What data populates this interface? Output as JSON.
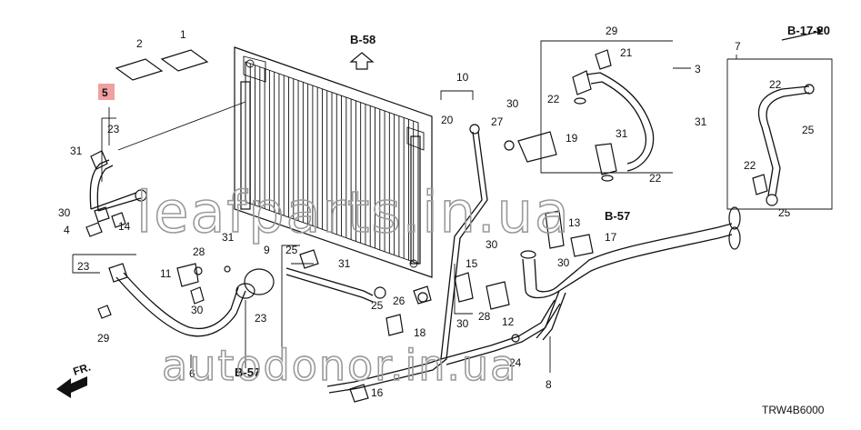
{
  "diagram": {
    "code": "TRW4B6000",
    "highlighted_part": "5",
    "direction": "FR.",
    "watermarks": [
      "leafparts.in.ua",
      "autodonor.in.ua"
    ],
    "references": {
      "top": "B-58",
      "top_right": "B-17-20",
      "right": "B-57",
      "bottom": "B-57"
    },
    "callouts": [
      "1",
      "2",
      "3",
      "4",
      "5",
      "6",
      "7",
      "8",
      "9",
      "10",
      "11",
      "12",
      "13",
      "14",
      "15",
      "16",
      "17",
      "18",
      "19",
      "20",
      "21",
      "22",
      "23",
      "24",
      "25",
      "26",
      "27",
      "28",
      "29",
      "30",
      "31"
    ]
  }
}
